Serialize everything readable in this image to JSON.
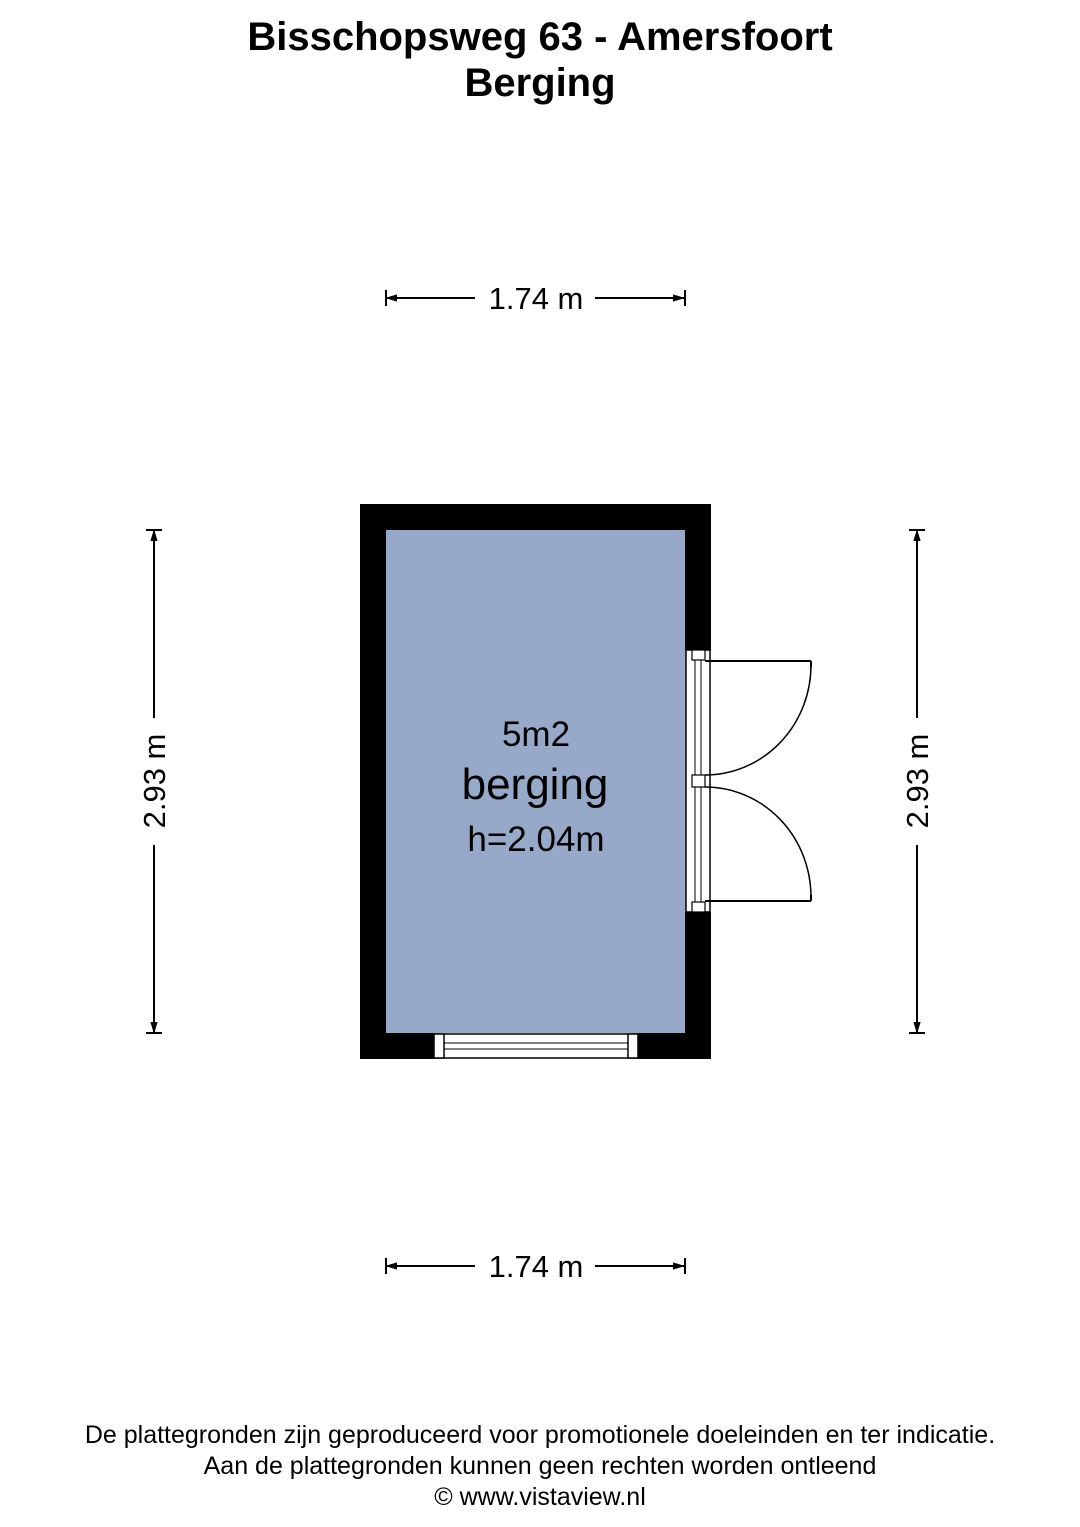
{
  "header": {
    "address": "Bisschopsweg 63 - Amersfoort",
    "floor": "Berging"
  },
  "dimensions": {
    "top_width": "1.74 m",
    "bottom_width": "1.74 m",
    "left_height": "2.93 m",
    "right_height": "2.93 m"
  },
  "room": {
    "area": "5m2",
    "name": "berging",
    "height": "h=2.04m"
  },
  "colors": {
    "room_fill": "#97a9c8",
    "wall": "#000000"
  },
  "footer": {
    "line1": "De plattegronden zijn geproduceerd voor promotionele doeleinden en ter indicatie.",
    "line2": "Aan de plattegronden kunnen geen rechten worden ontleend",
    "line3": "© www.vistaview.nl"
  }
}
